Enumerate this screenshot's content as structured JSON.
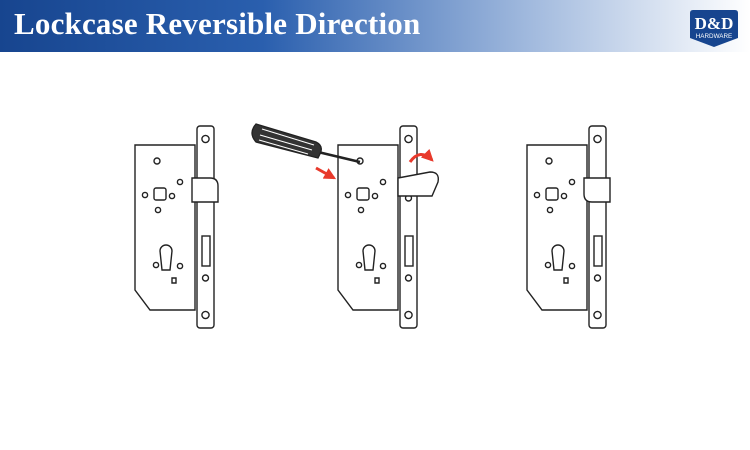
{
  "header": {
    "title": "Lockcase Reversible Direction"
  },
  "logo": {
    "text": "D&D",
    "subtext": "HARDWARE",
    "color": "#17458f"
  },
  "diagram": {
    "steps": [
      {
        "state": "latch-original"
      },
      {
        "state": "latch-reversing"
      },
      {
        "state": "latch-reversed"
      }
    ],
    "arrow_color": "#e8392b"
  }
}
